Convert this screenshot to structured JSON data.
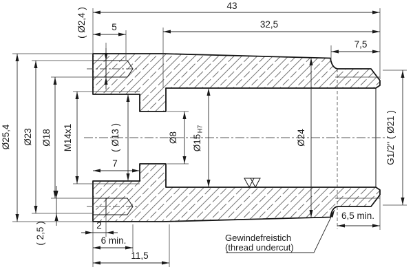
{
  "drawing": {
    "type": "technical-section-view",
    "part": "threaded fitting / nozzle cross-section",
    "colors": {
      "line": "#1a1a1a",
      "background": "#ffffff"
    },
    "dims": {
      "overall_length": "43",
      "body_length": "32,5",
      "thread_length": "7,5",
      "hole_depth": "5",
      "hole_dia_ref": "( Ø2,4 )",
      "flange_od": "Ø25,4",
      "hole_circle_outer": "Ø23",
      "hole_circle_inner": "Ø18",
      "internal_thread": "M14x1",
      "counterbore_dia_ref": "( Ø13 )",
      "counterbore_depth": "7",
      "small_bore": "Ø8",
      "main_bore": "Ø15",
      "main_bore_tolerance": "H7",
      "cone_od": "Ø24",
      "pipe_thread": "G1/2\" ( Ø21 )",
      "entry_depth": "2",
      "thread_depth_min": "6 min.",
      "bore_step_depth": "11,5",
      "web_width_ref": "( 2,5 )",
      "usable_thread_min": "6,5 min."
    },
    "note": {
      "line1": "Gewindefreistich",
      "line2": "(thread undercut)"
    },
    "symbols": {
      "surface_finish": "∇∇"
    }
  }
}
